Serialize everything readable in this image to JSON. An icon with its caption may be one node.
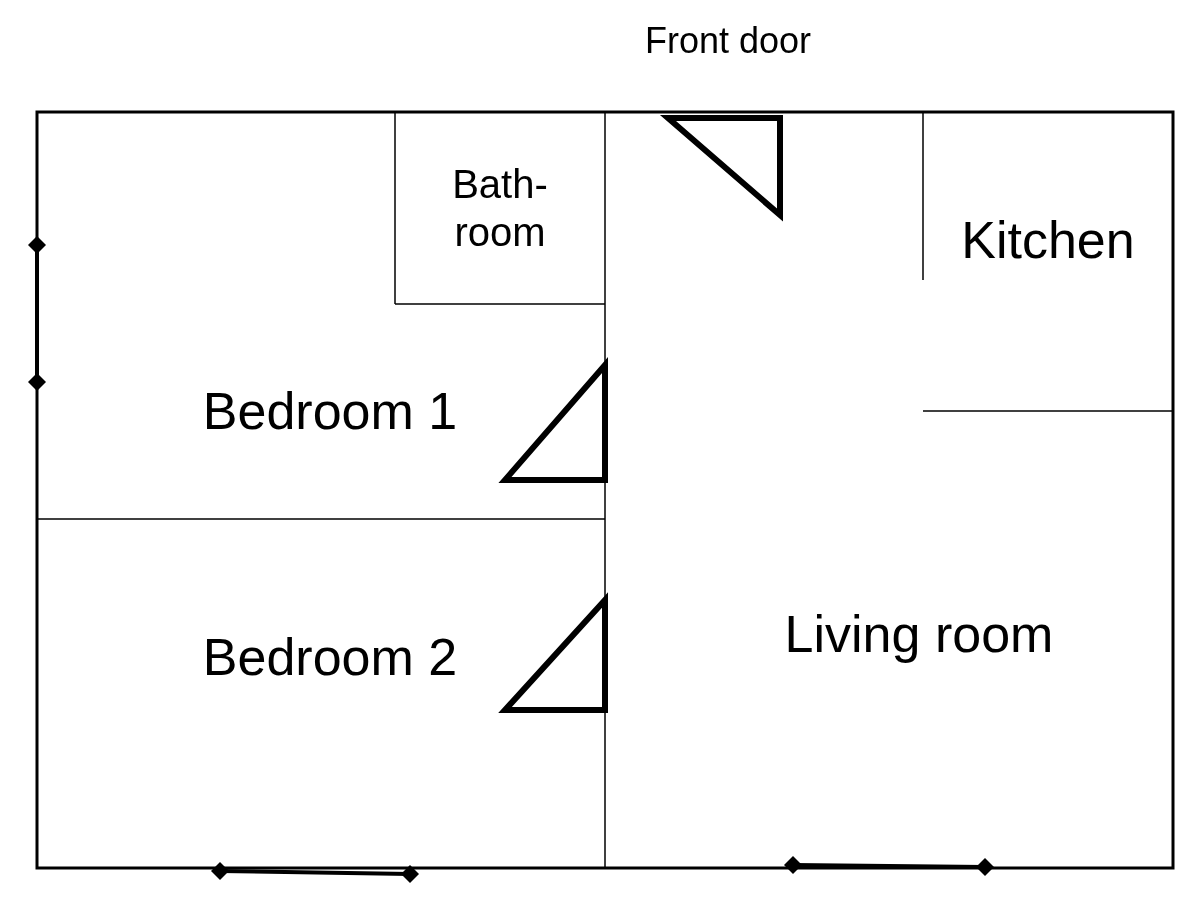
{
  "diagram": {
    "nodes": [
      {
        "text": [
          "Bath- room"
        ]
      },
      {
        "text": [
          "Kitchen"
        ]
      },
      {
        "text": [
          "Bedroom 1"
        ]
      },
      {
        "text": [
          "Bedroom 2"
        ]
      },
      {
        "text": [
          "Living room"
        ]
      }
    ],
    "labels": [
      "Front door"
    ]
  }
}
